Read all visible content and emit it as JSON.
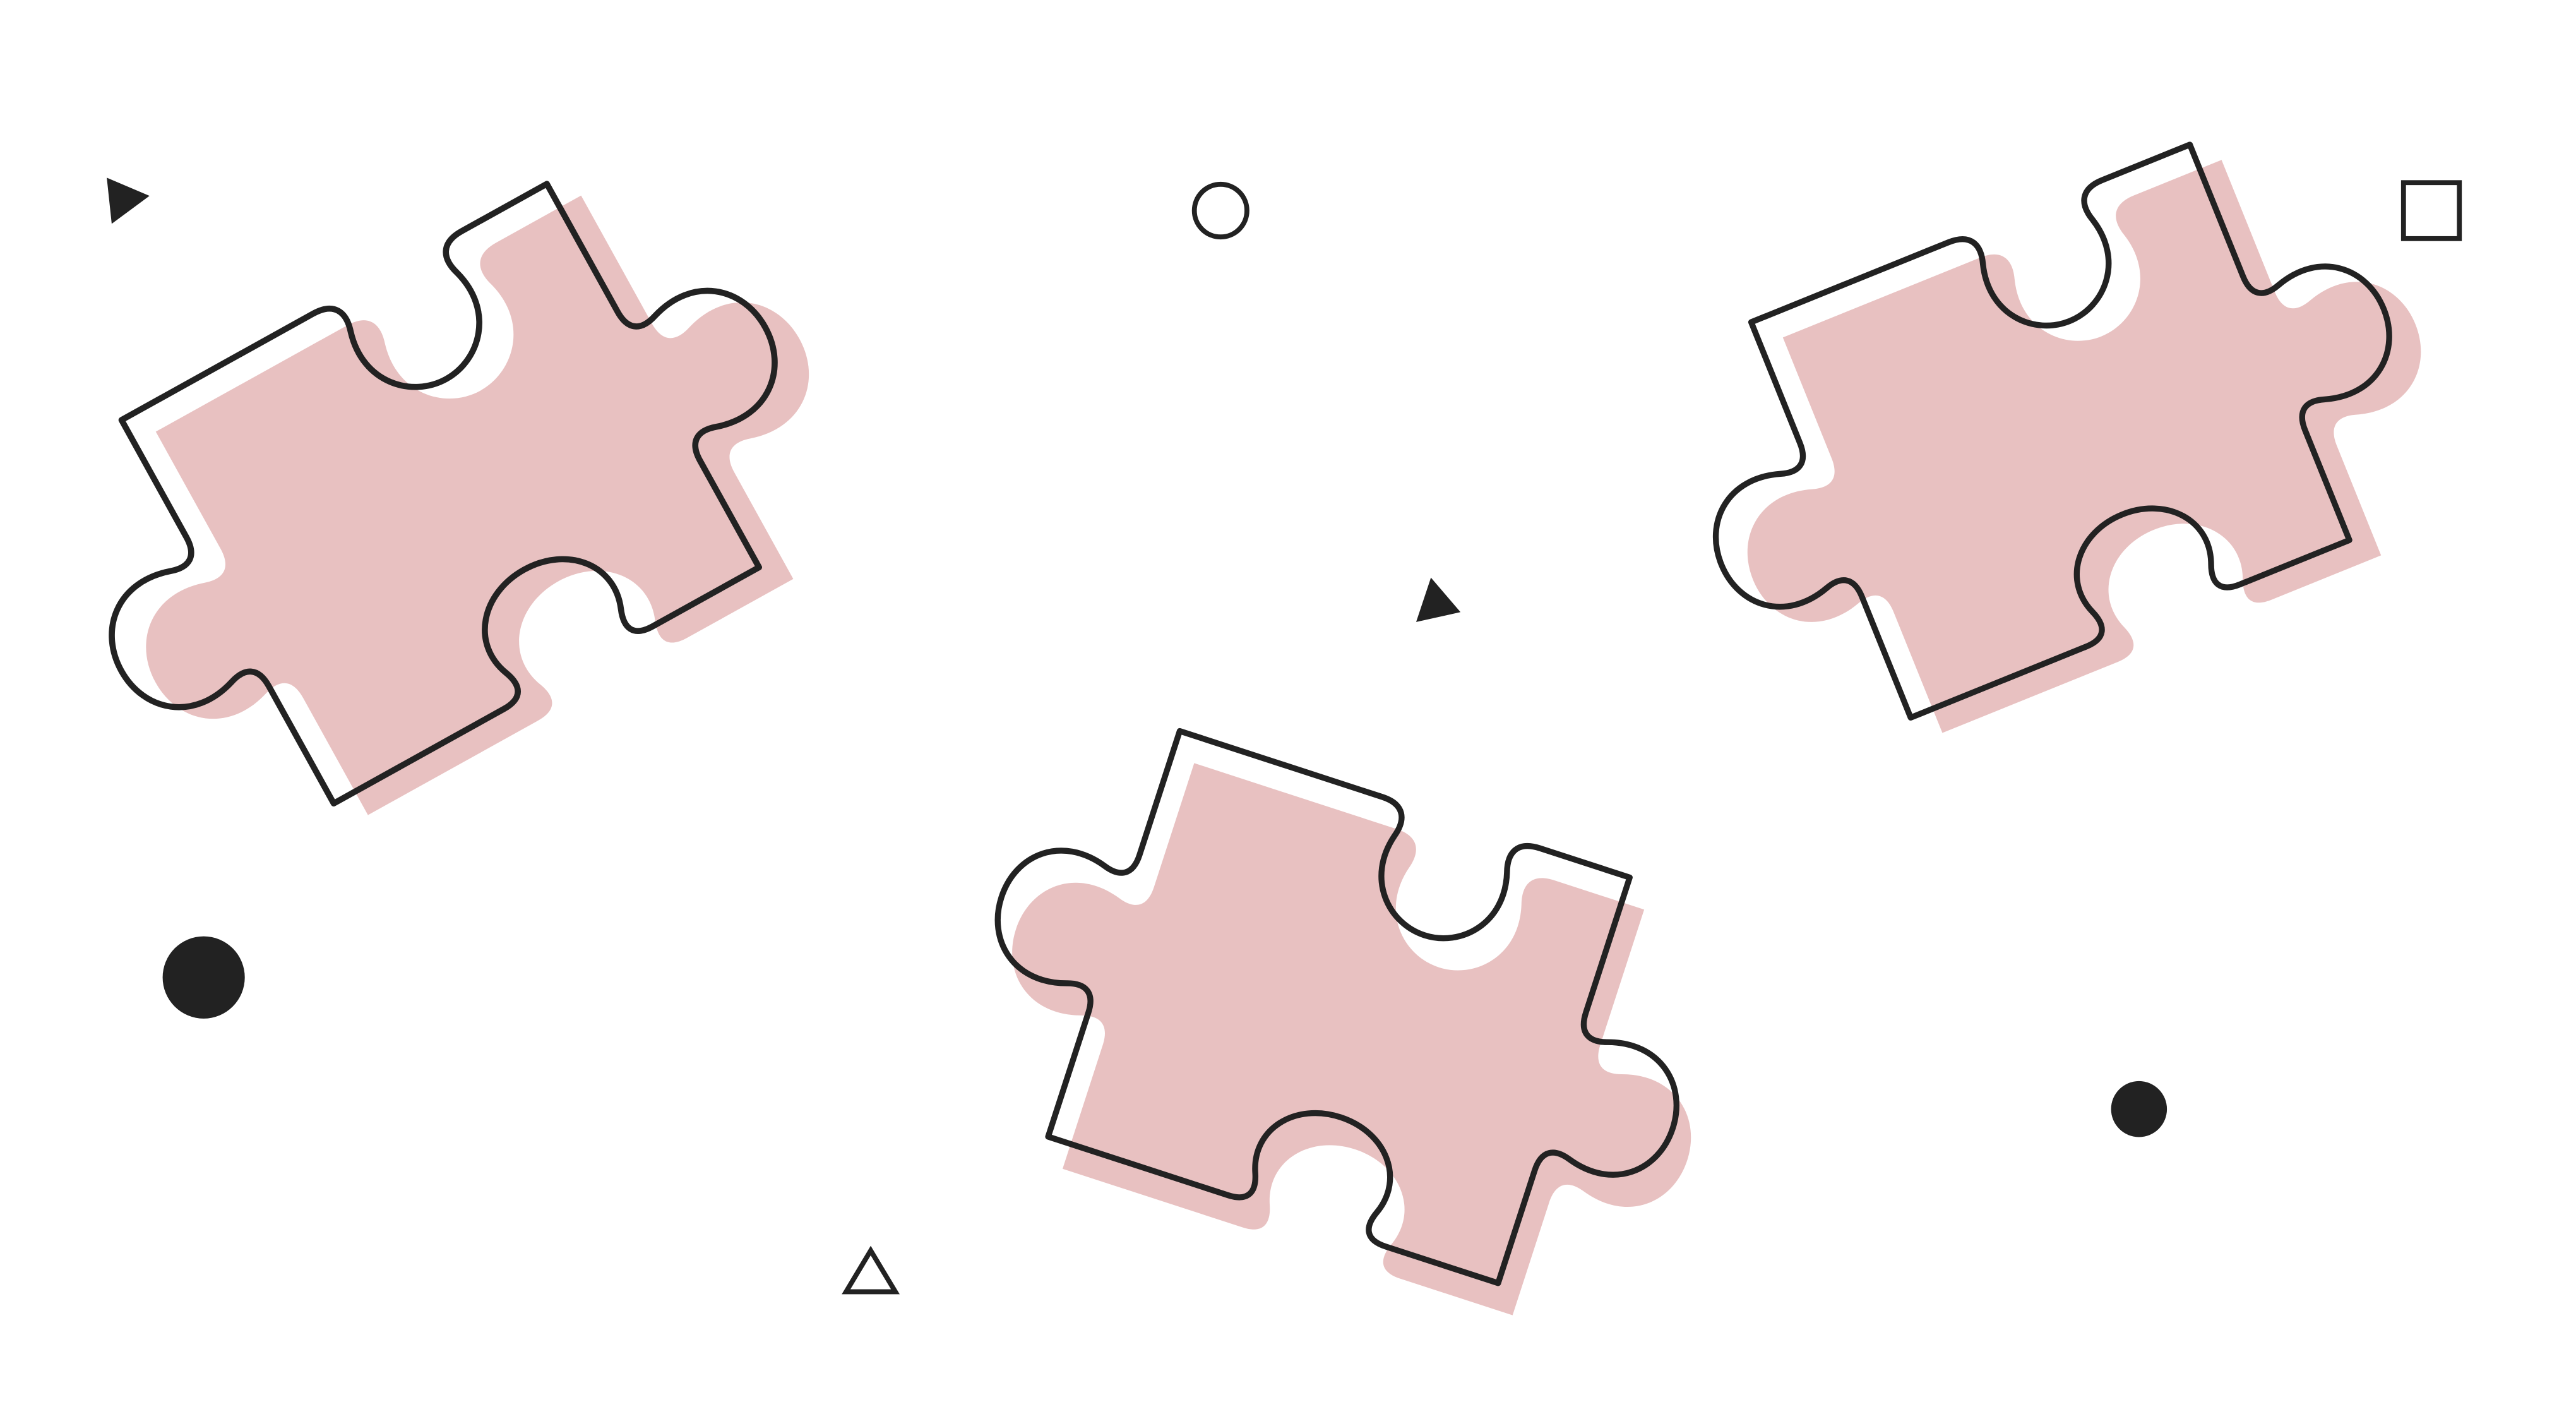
{
  "illustration": {
    "subject": "jigsaw-puzzle-pieces",
    "pieces": [
      {
        "name": "puzzle-piece-top-left",
        "shape": "puzzle-piece"
      },
      {
        "name": "puzzle-piece-bottom-center",
        "shape": "puzzle-piece"
      },
      {
        "name": "puzzle-piece-top-right",
        "shape": "puzzle-piece"
      }
    ],
    "decorations": [
      {
        "name": "filled-triangle-icon",
        "style": "filled"
      },
      {
        "name": "circle-outline-icon",
        "style": "outline"
      },
      {
        "name": "square-outline-icon",
        "style": "outline"
      },
      {
        "name": "filled-triangle-icon",
        "style": "filled"
      },
      {
        "name": "filled-circle-icon",
        "style": "filled"
      },
      {
        "name": "filled-circle-icon",
        "style": "filled"
      },
      {
        "name": "triangle-outline-icon",
        "style": "outline"
      }
    ]
  },
  "colors": {
    "background": "#ffffff",
    "piece_fill": "#e8c1c1",
    "outline": "#222222",
    "accent_dark": "#222222"
  }
}
